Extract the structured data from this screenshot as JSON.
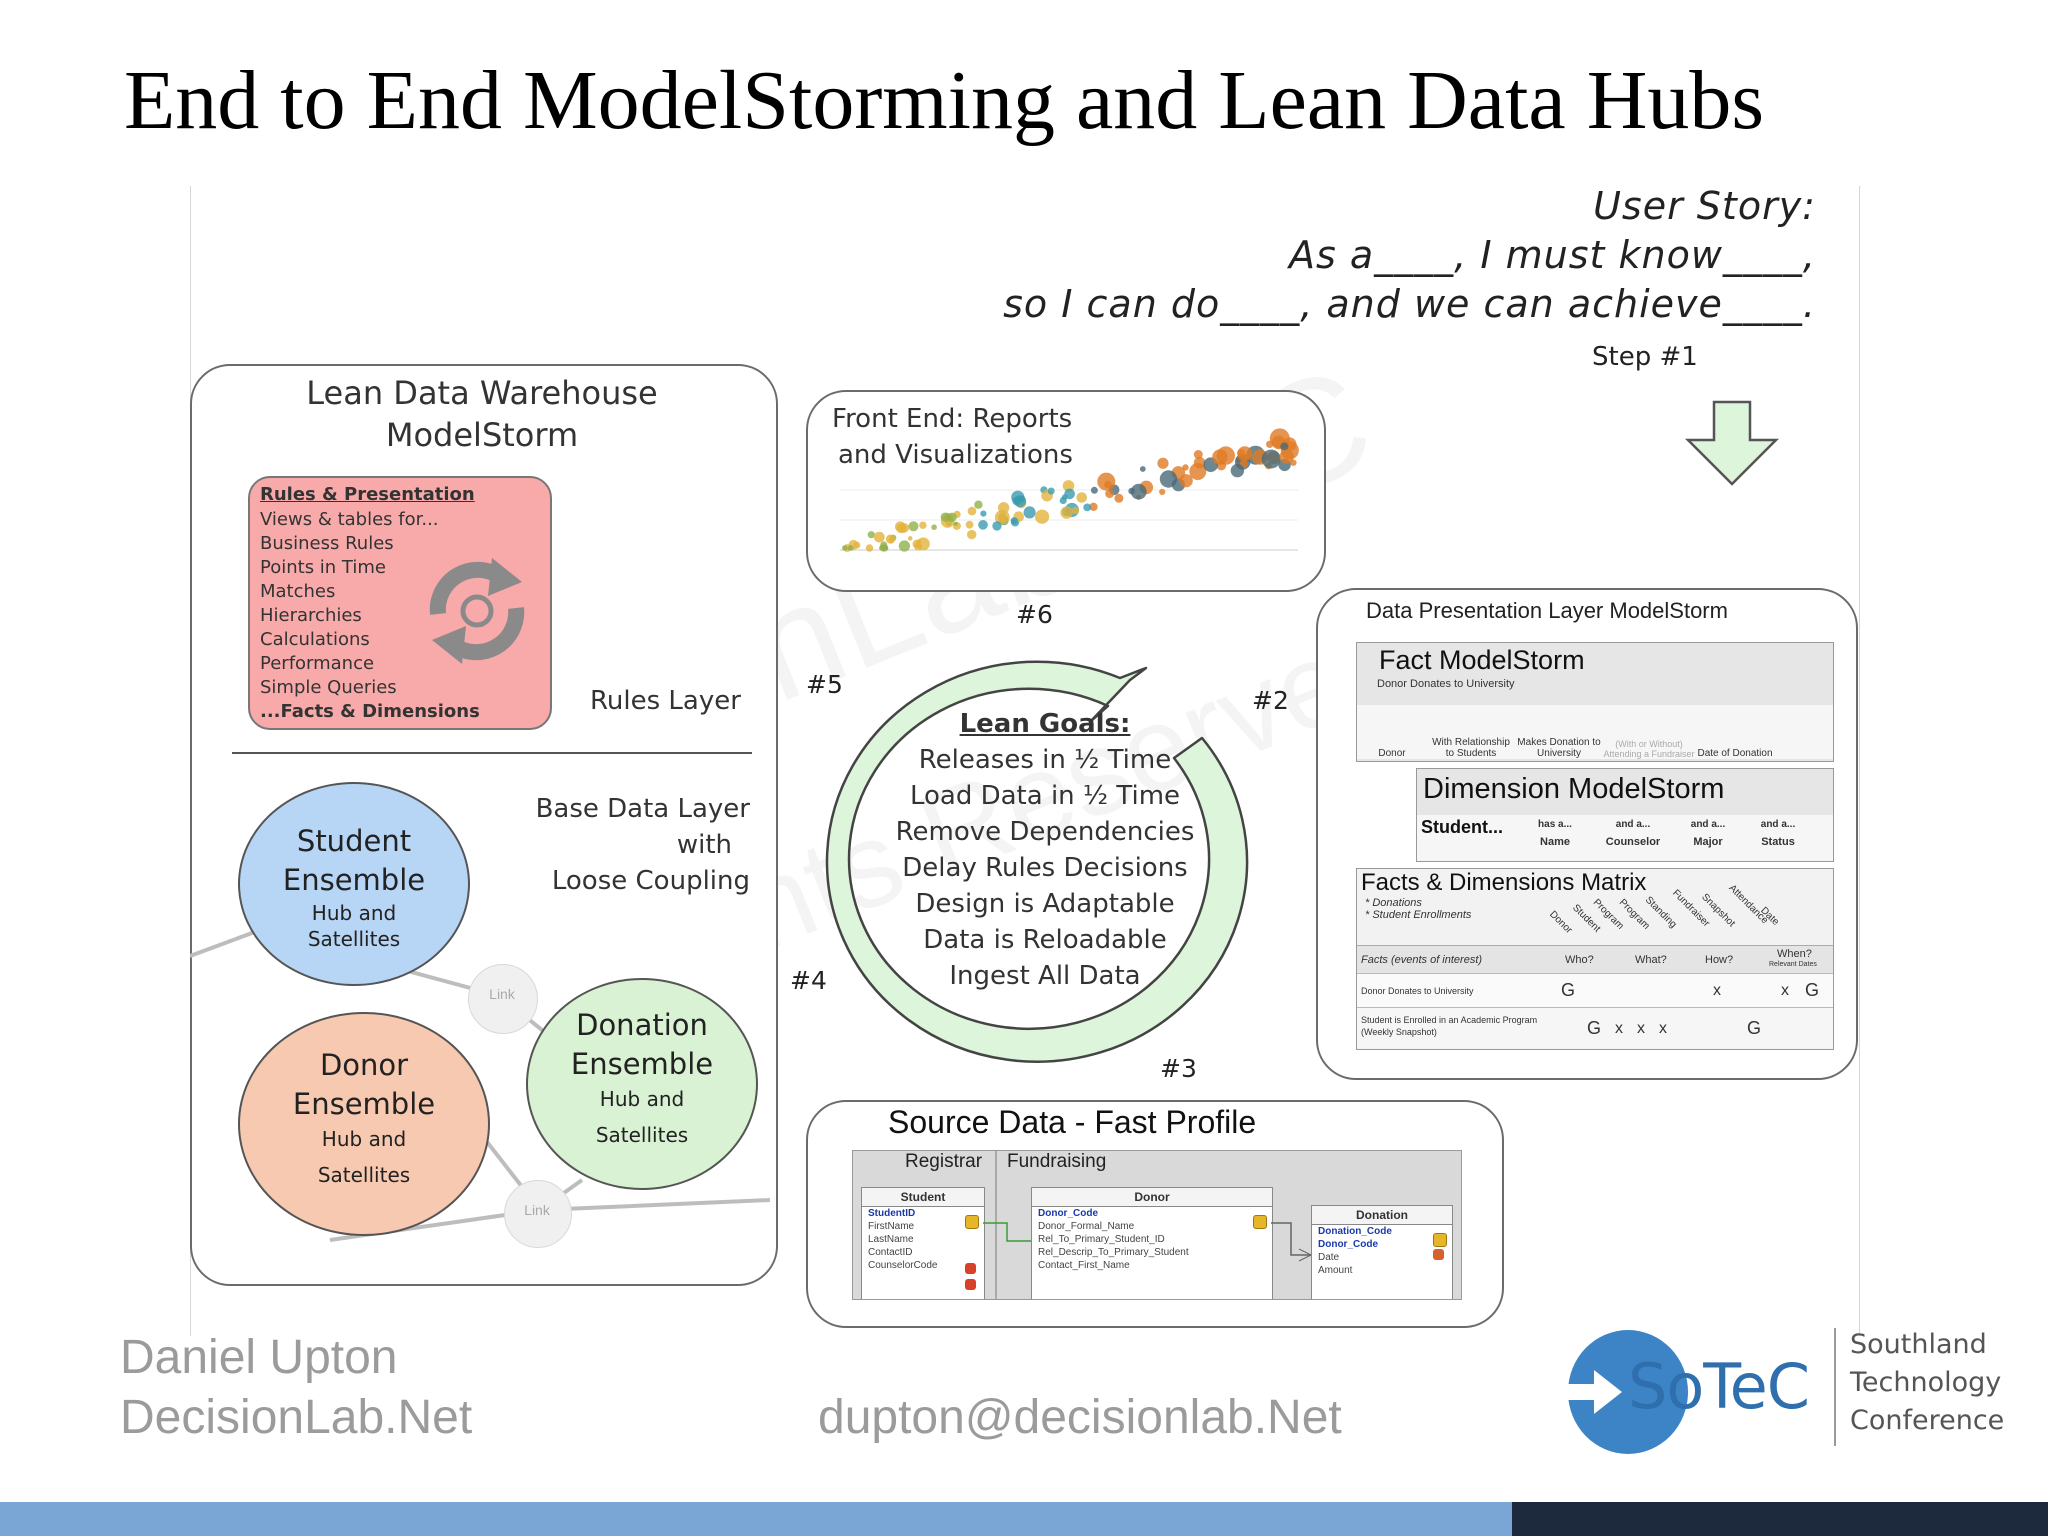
{
  "slide_title": "End to End ModelStorming and Lean Data Hubs",
  "user_story": {
    "heading": "User Story:",
    "line1": "As a____, I must know____,",
    "line2": "so I can do____, and we can achieve____.",
    "step": "Step #1"
  },
  "lean_dw": {
    "title_line1": "Lean Data Warehouse",
    "title_line2": "ModelStorm",
    "rules_box": {
      "heading": "Rules & Presentation",
      "items": [
        "Views & tables for...",
        "Business Rules",
        "Points in Time",
        "Matches",
        "Hierarchies",
        "Calculations",
        "Performance",
        "Simple Queries"
      ],
      "last": "...Facts & Dimensions"
    },
    "rules_layer_label": "Rules Layer",
    "base_layer": {
      "line1": "Base Data Layer",
      "line2": "with",
      "line3": "Loose Coupling"
    },
    "ensembles": {
      "student": {
        "line1": "Student",
        "line2": "Ensemble",
        "sub1": "Hub and",
        "sub2": "Satellites"
      },
      "donor": {
        "line1": "Donor",
        "line2": "Ensemble",
        "sub1": "Hub and",
        "sub2": "Satellites"
      },
      "donation": {
        "line1": "Donation",
        "line2": "Ensemble",
        "sub1": "Hub and",
        "sub2": "Satellites"
      }
    },
    "link_label_1": "Link",
    "link_label_2": "Link"
  },
  "front_end": {
    "line1": "Front End: Reports",
    "line2": "and Visualizations"
  },
  "steps": {
    "s2": "#2",
    "s3": "#3",
    "s4": "#4",
    "s5": "#5",
    "s6": "#6"
  },
  "lean_goals": {
    "heading": "Lean Goals:",
    "items": [
      "Releases in ½ Time",
      "Load Data in ½ Time",
      "Remove Dependencies",
      "Delay Rules Decisions",
      "Design is Adaptable",
      "Data is Reloadable",
      "Ingest All Data"
    ]
  },
  "presentation_layer": {
    "title": "Data Presentation Layer ModelStorm",
    "fact_title": "Fact ModelStorm",
    "fact_sub": "Donor Donates to University",
    "fact_cols": [
      "Donor",
      "With Relationship to Students",
      "Makes Donation to University",
      "(With or Without) Attending a Fundraiser",
      "Date of Donation"
    ],
    "dim_title": "Dimension ModelStorm",
    "dim_student": "Student...",
    "dim_cols": [
      [
        "has a...",
        "Name"
      ],
      [
        "and a...",
        "Counselor"
      ],
      [
        "and a...",
        "Major"
      ],
      [
        "and a...",
        "Status"
      ]
    ],
    "matrix_title": "Facts & Dimensions Matrix",
    "matrix_notes": [
      "* Donations",
      "* Student Enrollments"
    ],
    "matrix_rotated": [
      "Donor",
      "Student",
      "Program",
      "Program",
      "Standing",
      "Fundraiser",
      "Snapshot",
      "Attendance",
      "Date"
    ],
    "matrix_headers": [
      "Facts (events of interest)",
      "Who?",
      "What?",
      "How?",
      "When?"
    ],
    "matrix_when_note": "Relevant Dates",
    "matrix_rows": [
      {
        "label": "Donor Donates to University",
        "marks": [
          "G",
          "x",
          "x",
          "G"
        ]
      },
      {
        "label": "Student is Enrolled in an Academic Program (Weekly Snapshot)",
        "marks": [
          "G",
          "x",
          "x",
          "x",
          "G"
        ]
      }
    ]
  },
  "source_data": {
    "title": "Source Data - Fast Profile",
    "tab_registrar": "Registrar",
    "tab_fundraising": "Fundraising",
    "student_table": {
      "name": "Student",
      "fields": [
        "StudentID",
        "FirstName",
        "LastName",
        "ContactID",
        "CounselorCode"
      ]
    },
    "donor_table": {
      "name": "Donor",
      "fields": [
        "Donor_Code",
        "Donor_Formal_Name",
        "Rel_To_Primary_Student_ID",
        "Rel_Descrip_To_Primary_Student",
        "Contact_First_Name"
      ]
    },
    "donation_table": {
      "name": "Donation",
      "fields": [
        "Donation_Code",
        "Donor_Code",
        "Date",
        "Amount"
      ]
    }
  },
  "footer": {
    "author": "Daniel Upton",
    "site": "DecisionLab.Net",
    "email": "dupton@decisionlab.Net",
    "logo_text": "SoTeC",
    "conf_line1": "Southland",
    "conf_line2": "Technology",
    "conf_line3": "Conference"
  },
  "watermark": {
    "line1": "DecisionLab LLC",
    "line2": "All Rights Reserved"
  },
  "colors": {
    "rules_box": "#f7aaa9",
    "student_circle": "#b7d5f4",
    "donor_circle": "#f7c9b1",
    "donation_circle": "#d8f2d3",
    "cycle_arrow": "#ddf5da",
    "footer_bar": "#7aa6d6",
    "footer_dark": "#1d2a3e",
    "logo_blue": "#3d84c6"
  }
}
